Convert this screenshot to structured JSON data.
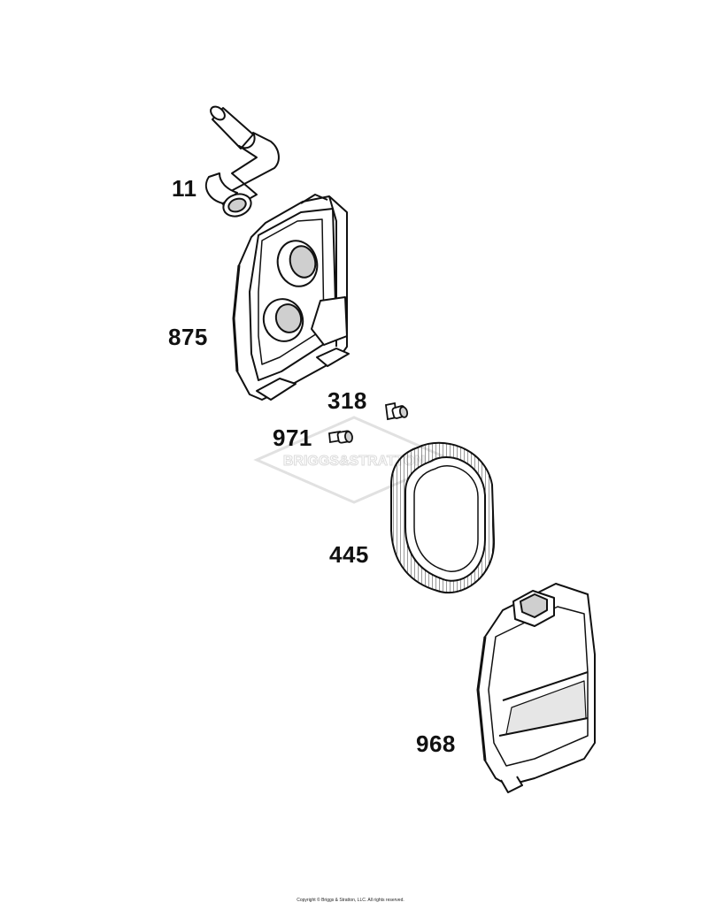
{
  "diagram": {
    "callouts": [
      {
        "id": "11",
        "label": "11"
      },
      {
        "id": "875",
        "label": "875"
      },
      {
        "id": "318",
        "label": "318"
      },
      {
        "id": "971",
        "label": "971"
      },
      {
        "id": "445",
        "label": "445"
      },
      {
        "id": "968",
        "label": "968"
      }
    ],
    "watermark": "BRIGGS&STRATTON",
    "copyright": "Copyright © Briggs & Stratton, LLC. All rights reserved.",
    "colors": {
      "line": "#111111",
      "fill": "#ffffff",
      "shade": "#cfcfcf",
      "watermark": "#dedede",
      "label": "#111111"
    }
  }
}
